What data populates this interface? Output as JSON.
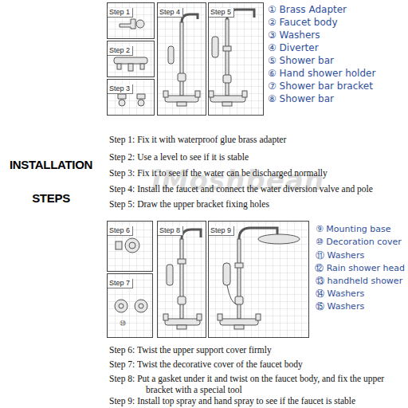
{
  "diagram": {
    "title": "INSTALLATION STEPS",
    "nodes": [
      {
        "text": [
          "Step 1"
        ]
      },
      {
        "text": [
          "Step 2"
        ]
      },
      {
        "text": [
          "Step 3"
        ]
      },
      {
        "text": [
          "Step 4"
        ]
      },
      {
        "text": [
          "Step 5"
        ]
      },
      {
        "text": [
          "Step 6"
        ]
      },
      {
        "text": [
          "Step 7"
        ]
      },
      {
        "text": [
          "Step 8"
        ]
      },
      {
        "text": [
          "Step 9"
        ]
      }
    ],
    "labels": [
      "① Brass Adapter",
      "② Faucet body",
      "③ Washers",
      "④ Diverter",
      "⑤ Shower bar",
      "⑥ Hand shower holder",
      "⑦ Shower bar bracket",
      "⑧ Shower bar",
      "Step 1: Fix it with waterproof glue brass adapter",
      "Step 2: Use a level to see if it is stable",
      "Step 3: Fix it to see if the water can be discharged normally",
      "Step 4: Install the faucet and connect the water diversion valve and pole",
      "Step 5: Draw the upper bracket fixing holes",
      "iMoshbean",
      "⑨ Mounting base",
      "⑩ Decoration cover",
      "⑪ Washers",
      "⑫ Rain shower head",
      "⑬ handheld shower",
      "⑭ Washers",
      "⑮ Washers",
      "Step 6: Twist the upper support cover firmly",
      "Step 7: Twist the decorative cover of the faucet body",
      "Step 8: Put a gasket under it and twist on the faucet body, and fix the upper bracket with a special tool",
      "Step 9: Install top spray and hand spray to see if the faucet is stable",
      "⑩"
    ]
  }
}
